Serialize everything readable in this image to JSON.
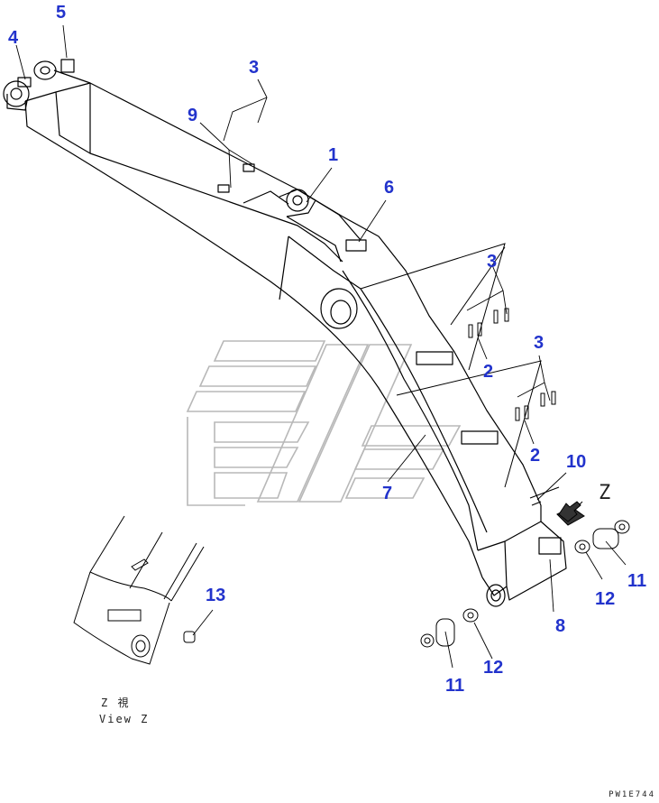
{
  "callouts": {
    "c1": "1",
    "c2a": "2",
    "c2b": "2",
    "c3a": "3",
    "c3b": "3",
    "c3c": "3",
    "c4": "4",
    "c5": "5",
    "c6": "6",
    "c7": "7",
    "c8": "8",
    "c9": "9",
    "c10": "10",
    "c11a": "11",
    "c11b": "11",
    "c12a": "12",
    "c12b": "12",
    "c13": "13"
  },
  "view": {
    "line1": "Z 視",
    "line2": "View Z",
    "arrow_letter": "Z"
  },
  "doc_code": "PW1E744",
  "colors": {
    "callout": "#2233cc",
    "line": "#000000",
    "watermark": "#b8b8b8"
  }
}
